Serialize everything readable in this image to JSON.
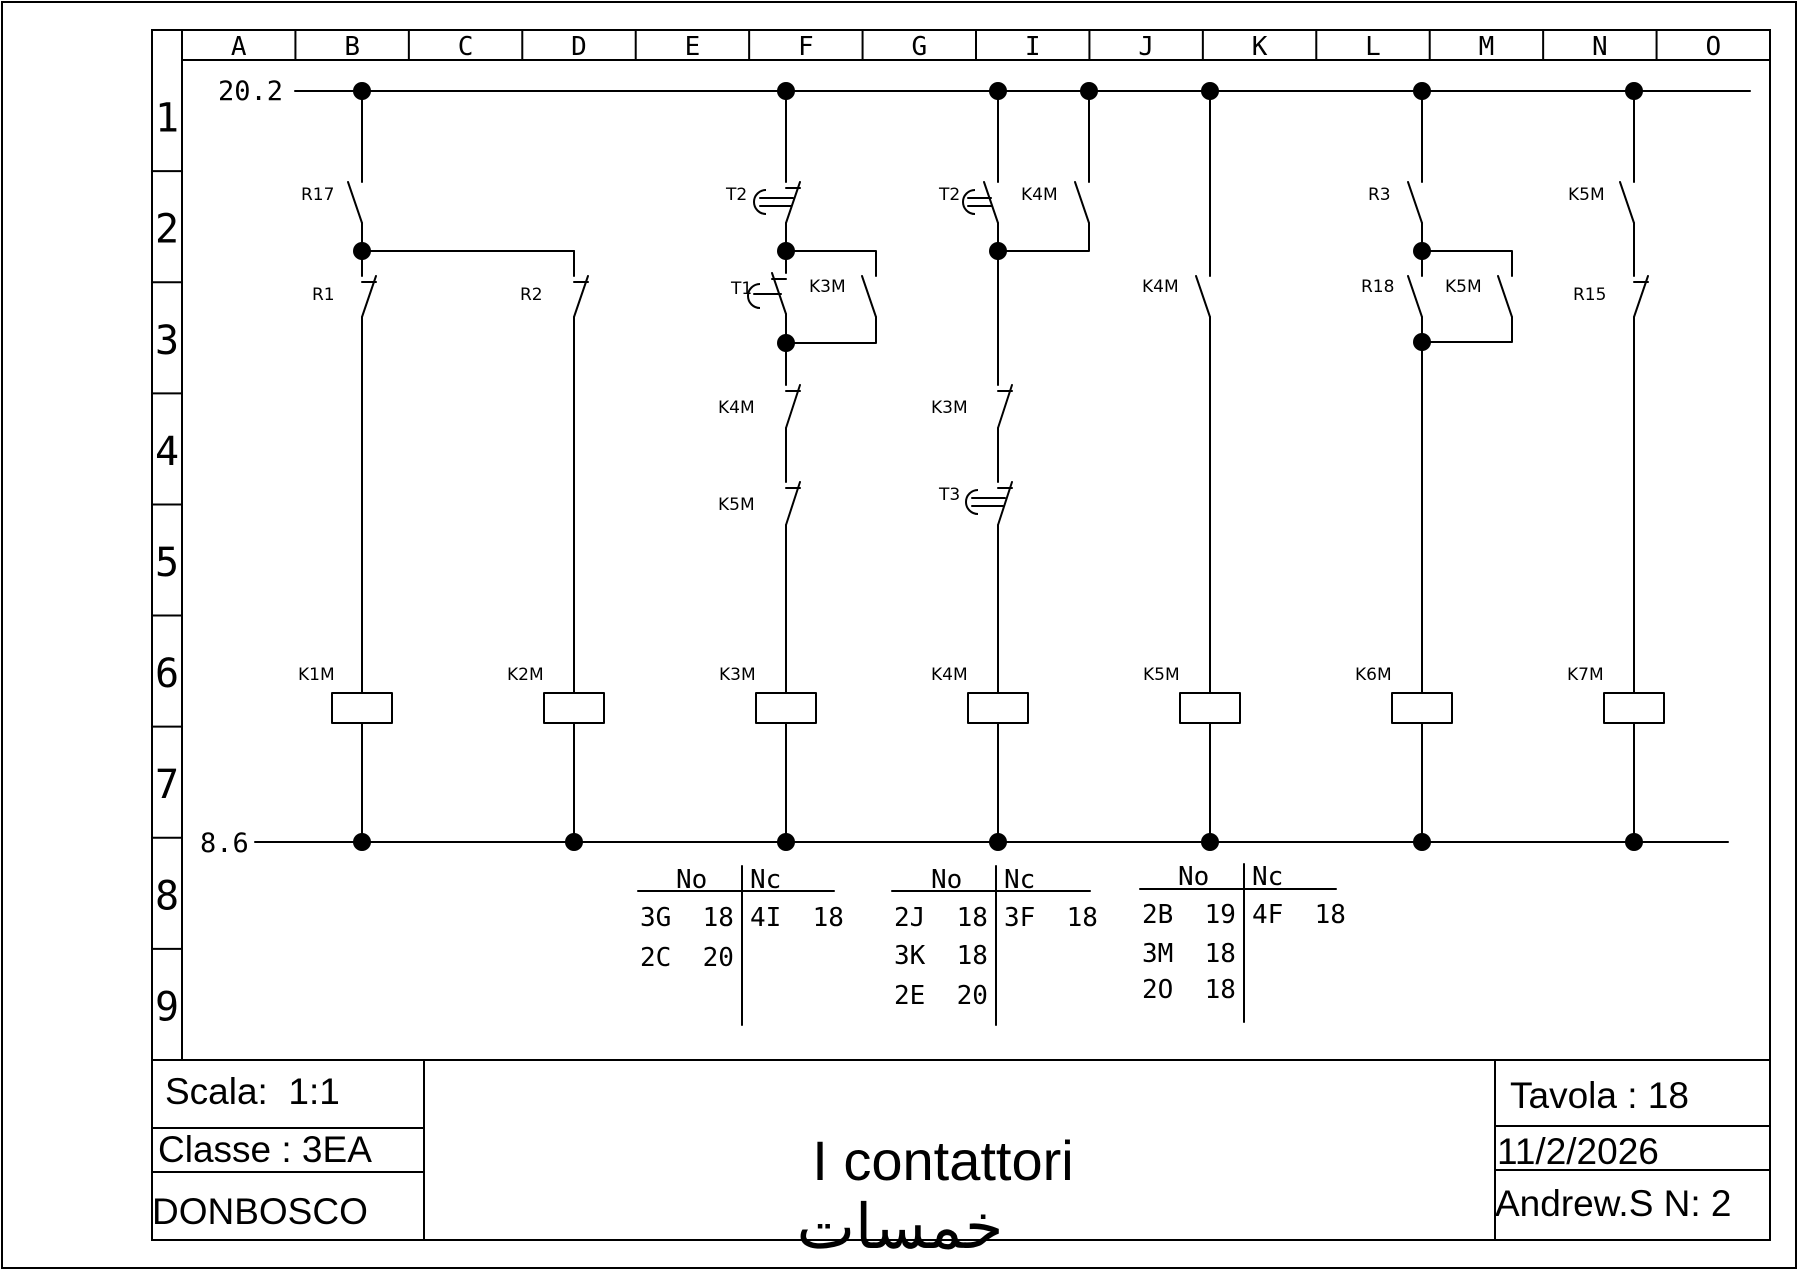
{
  "grid": {
    "columns": [
      "A",
      "B",
      "C",
      "D",
      "E",
      "F",
      "G",
      "I",
      "J",
      "K",
      "L",
      "M",
      "N",
      "O"
    ],
    "rows": [
      "1",
      "2",
      "3",
      "4",
      "5",
      "6",
      "7",
      "8",
      "9"
    ]
  },
  "rails": {
    "top": "20.2",
    "bottom": "8.6"
  },
  "components": [
    {
      "id": "R17",
      "label": "R17",
      "kind": "NO contact"
    },
    {
      "id": "R1",
      "label": "R1",
      "kind": "NC contact"
    },
    {
      "id": "R2",
      "label": "R2",
      "kind": "NC contact"
    },
    {
      "id": "T2a",
      "label": "T2",
      "kind": "timed NC contact"
    },
    {
      "id": "T1",
      "label": "T1",
      "kind": "timed NC contact"
    },
    {
      "id": "K3Mhold",
      "label": "K3M",
      "kind": "NO contact"
    },
    {
      "id": "K4Mf",
      "label": "K4M",
      "kind": "NC contact"
    },
    {
      "id": "K5Mf",
      "label": "K5M",
      "kind": "NC contact"
    },
    {
      "id": "T2b",
      "label": "T2",
      "kind": "timed NO contact"
    },
    {
      "id": "K4Mhold",
      "label": "K4M",
      "kind": "NO contact"
    },
    {
      "id": "K3Mi",
      "label": "K3M",
      "kind": "NC contact"
    },
    {
      "id": "T3",
      "label": "T3",
      "kind": "timed NC contact"
    },
    {
      "id": "K4Mk",
      "label": "K4M",
      "kind": "NO contact"
    },
    {
      "id": "R3",
      "label": "R3",
      "kind": "NO contact"
    },
    {
      "id": "R18",
      "label": "R18",
      "kind": "NO contact"
    },
    {
      "id": "K5Mhold",
      "label": "K5M",
      "kind": "NO contact"
    },
    {
      "id": "K5Mn",
      "label": "K5M",
      "kind": "NO contact"
    },
    {
      "id": "R15",
      "label": "R15",
      "kind": "NC contact"
    }
  ],
  "coils": [
    "K1M",
    "K2M",
    "K3M",
    "K4M",
    "K5M",
    "K6M",
    "K7M"
  ],
  "cross_references": [
    {
      "no_header": "No",
      "nc_header": "Nc",
      "no": [
        "3G  18",
        "2C  20"
      ],
      "nc": [
        "4I  18"
      ]
    },
    {
      "no_header": "No",
      "nc_header": "Nc",
      "no": [
        "2J  18",
        "3K  18",
        "2E  20"
      ],
      "nc": [
        "3F  18"
      ]
    },
    {
      "no_header": "No",
      "nc_header": "Nc",
      "no": [
        "2B  19",
        "3M  18",
        "2O  18"
      ],
      "nc": [
        "4F  18"
      ]
    }
  ],
  "title_block": {
    "scale": "Scala:  1:1",
    "class": "Classe : 3EA",
    "school": "DONBOSCO",
    "title": "I contattori",
    "sheet": "Tavola : 18",
    "date": "11/2/2026",
    "author": "Andrew.S N: 2"
  },
  "watermark": "خمسات",
  "colors": {
    "ink": "#000000",
    "background": "#ffffff",
    "watermark": "#e6e6e6"
  }
}
